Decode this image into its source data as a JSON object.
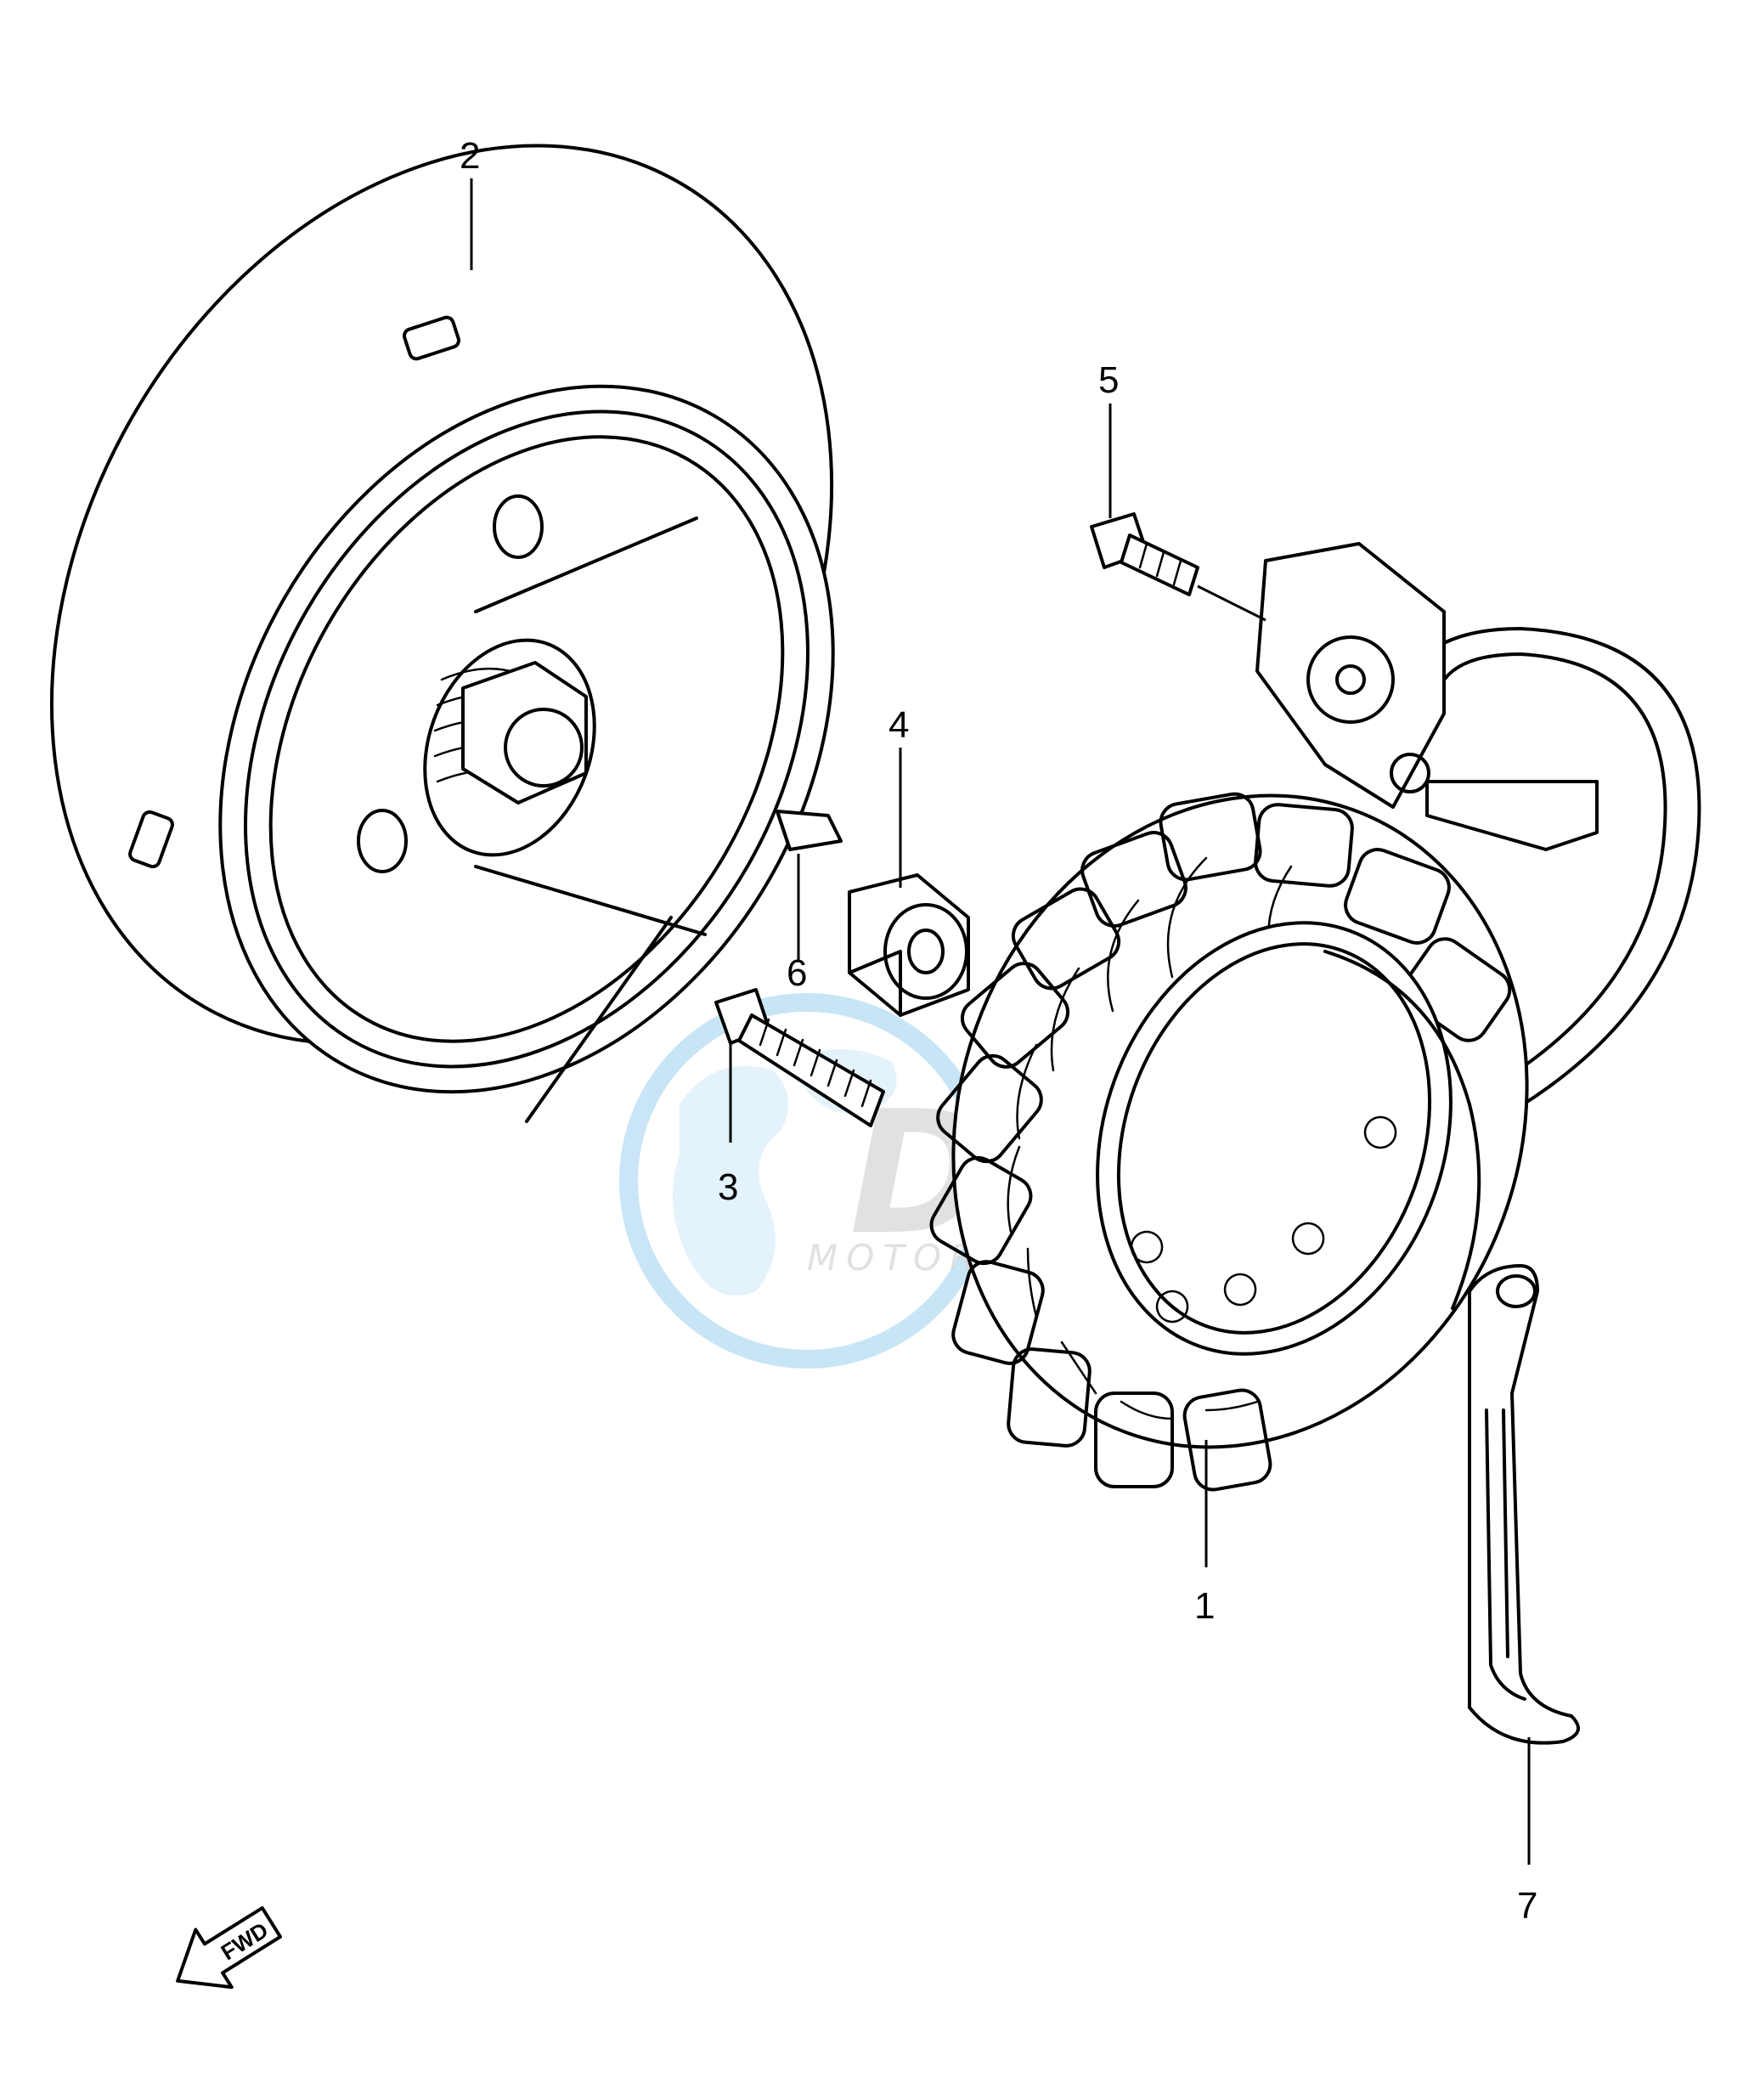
{
  "callouts": [
    {
      "id": "1",
      "label": "1"
    },
    {
      "id": "2",
      "label": "2"
    },
    {
      "id": "3",
      "label": "3"
    },
    {
      "id": "4",
      "label": "4"
    },
    {
      "id": "5",
      "label": "5"
    },
    {
      "id": "6",
      "label": "6"
    },
    {
      "id": "7",
      "label": "7"
    }
  ],
  "direction_badge": "FWD",
  "watermark": {
    "logo_text": "DSM",
    "subtitle": "MOTORPARTS",
    "color": "#4aa3df"
  }
}
